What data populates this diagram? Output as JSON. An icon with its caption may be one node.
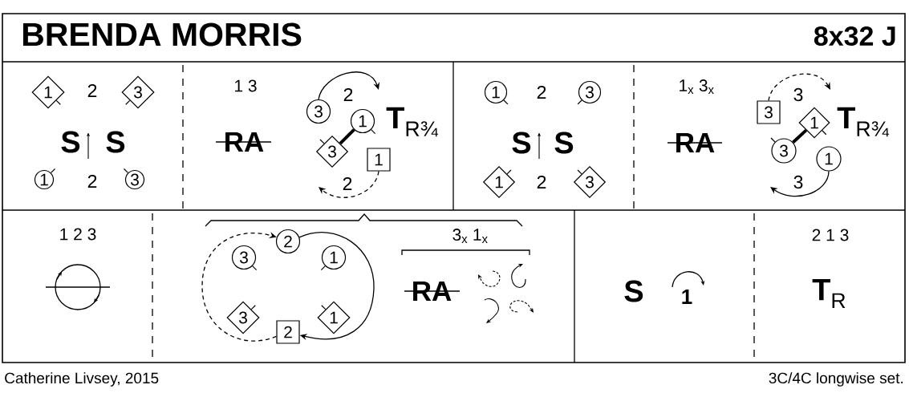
{
  "diagram": {
    "title": "BRENDA MORRIS",
    "nodes": [
      {
        "text": [
          "1"
        ]
      },
      {
        "text": [
          "3"
        ]
      },
      {
        "text": [
          "1"
        ]
      },
      {
        "text": [
          "3"
        ]
      },
      {
        "text": [
          "3"
        ]
      },
      {
        "text": [
          "1"
        ]
      },
      {
        "text": [
          "3"
        ]
      },
      {
        "text": [
          "1"
        ]
      },
      {
        "text": [
          "1"
        ]
      },
      {
        "text": [
          "3"
        ]
      },
      {
        "text": [
          "1"
        ]
      },
      {
        "text": [
          "3"
        ]
      },
      {
        "text": [
          "3"
        ]
      },
      {
        "text": [
          "1"
        ]
      },
      {
        "text": [
          "3"
        ]
      },
      {
        "text": [
          "1"
        ]
      },
      {
        "text": [
          "2"
        ]
      },
      {
        "text": [
          "3"
        ]
      },
      {
        "text": [
          "1"
        ]
      },
      {
        "text": [
          "3"
        ]
      },
      {
        "text": [
          "1"
        ]
      },
      {
        "text": [
          "2"
        ]
      }
    ],
    "edges": [
      {
        "from": 4,
        "to": null,
        "arrow": "to",
        "label": "2"
      },
      {
        "from": 6,
        "to": 5,
        "arrow": "none",
        "style": "thick"
      },
      {
        "from": 7,
        "to": null,
        "arrow": "to",
        "label": "2",
        "style": "dashed"
      },
      {
        "from": 12,
        "to": null,
        "arrow": "to",
        "label": "3",
        "style": "dashed"
      },
      {
        "from": 14,
        "to": 13,
        "arrow": "none",
        "style": "thick"
      },
      {
        "from": 15,
        "to": null,
        "arrow": "to",
        "label": "3"
      },
      {
        "from": 16,
        "to": 21,
        "arrow": "to"
      },
      {
        "from": 21,
        "to": 16,
        "arrow": "to",
        "style": "dashed"
      }
    ],
    "labels": [
      "8x32 J",
      "2",
      "S",
      "S",
      "2",
      "1 3",
      "RA",
      "**T**$_{R¾}$",
      "2",
      "S",
      "S",
      "2",
      "1$_{x}$ 3$_{x}$",
      "RA",
      "**T**$_{R¾}$",
      "1 2 3",
      "3$_{x}$ 1$_{x}$",
      "RA",
      "S",
      "1",
      "2 1 3",
      "**T**$_{R}$",
      "Catherine Livsey, 2015",
      "3C/4C longwise set."
    ]
  }
}
